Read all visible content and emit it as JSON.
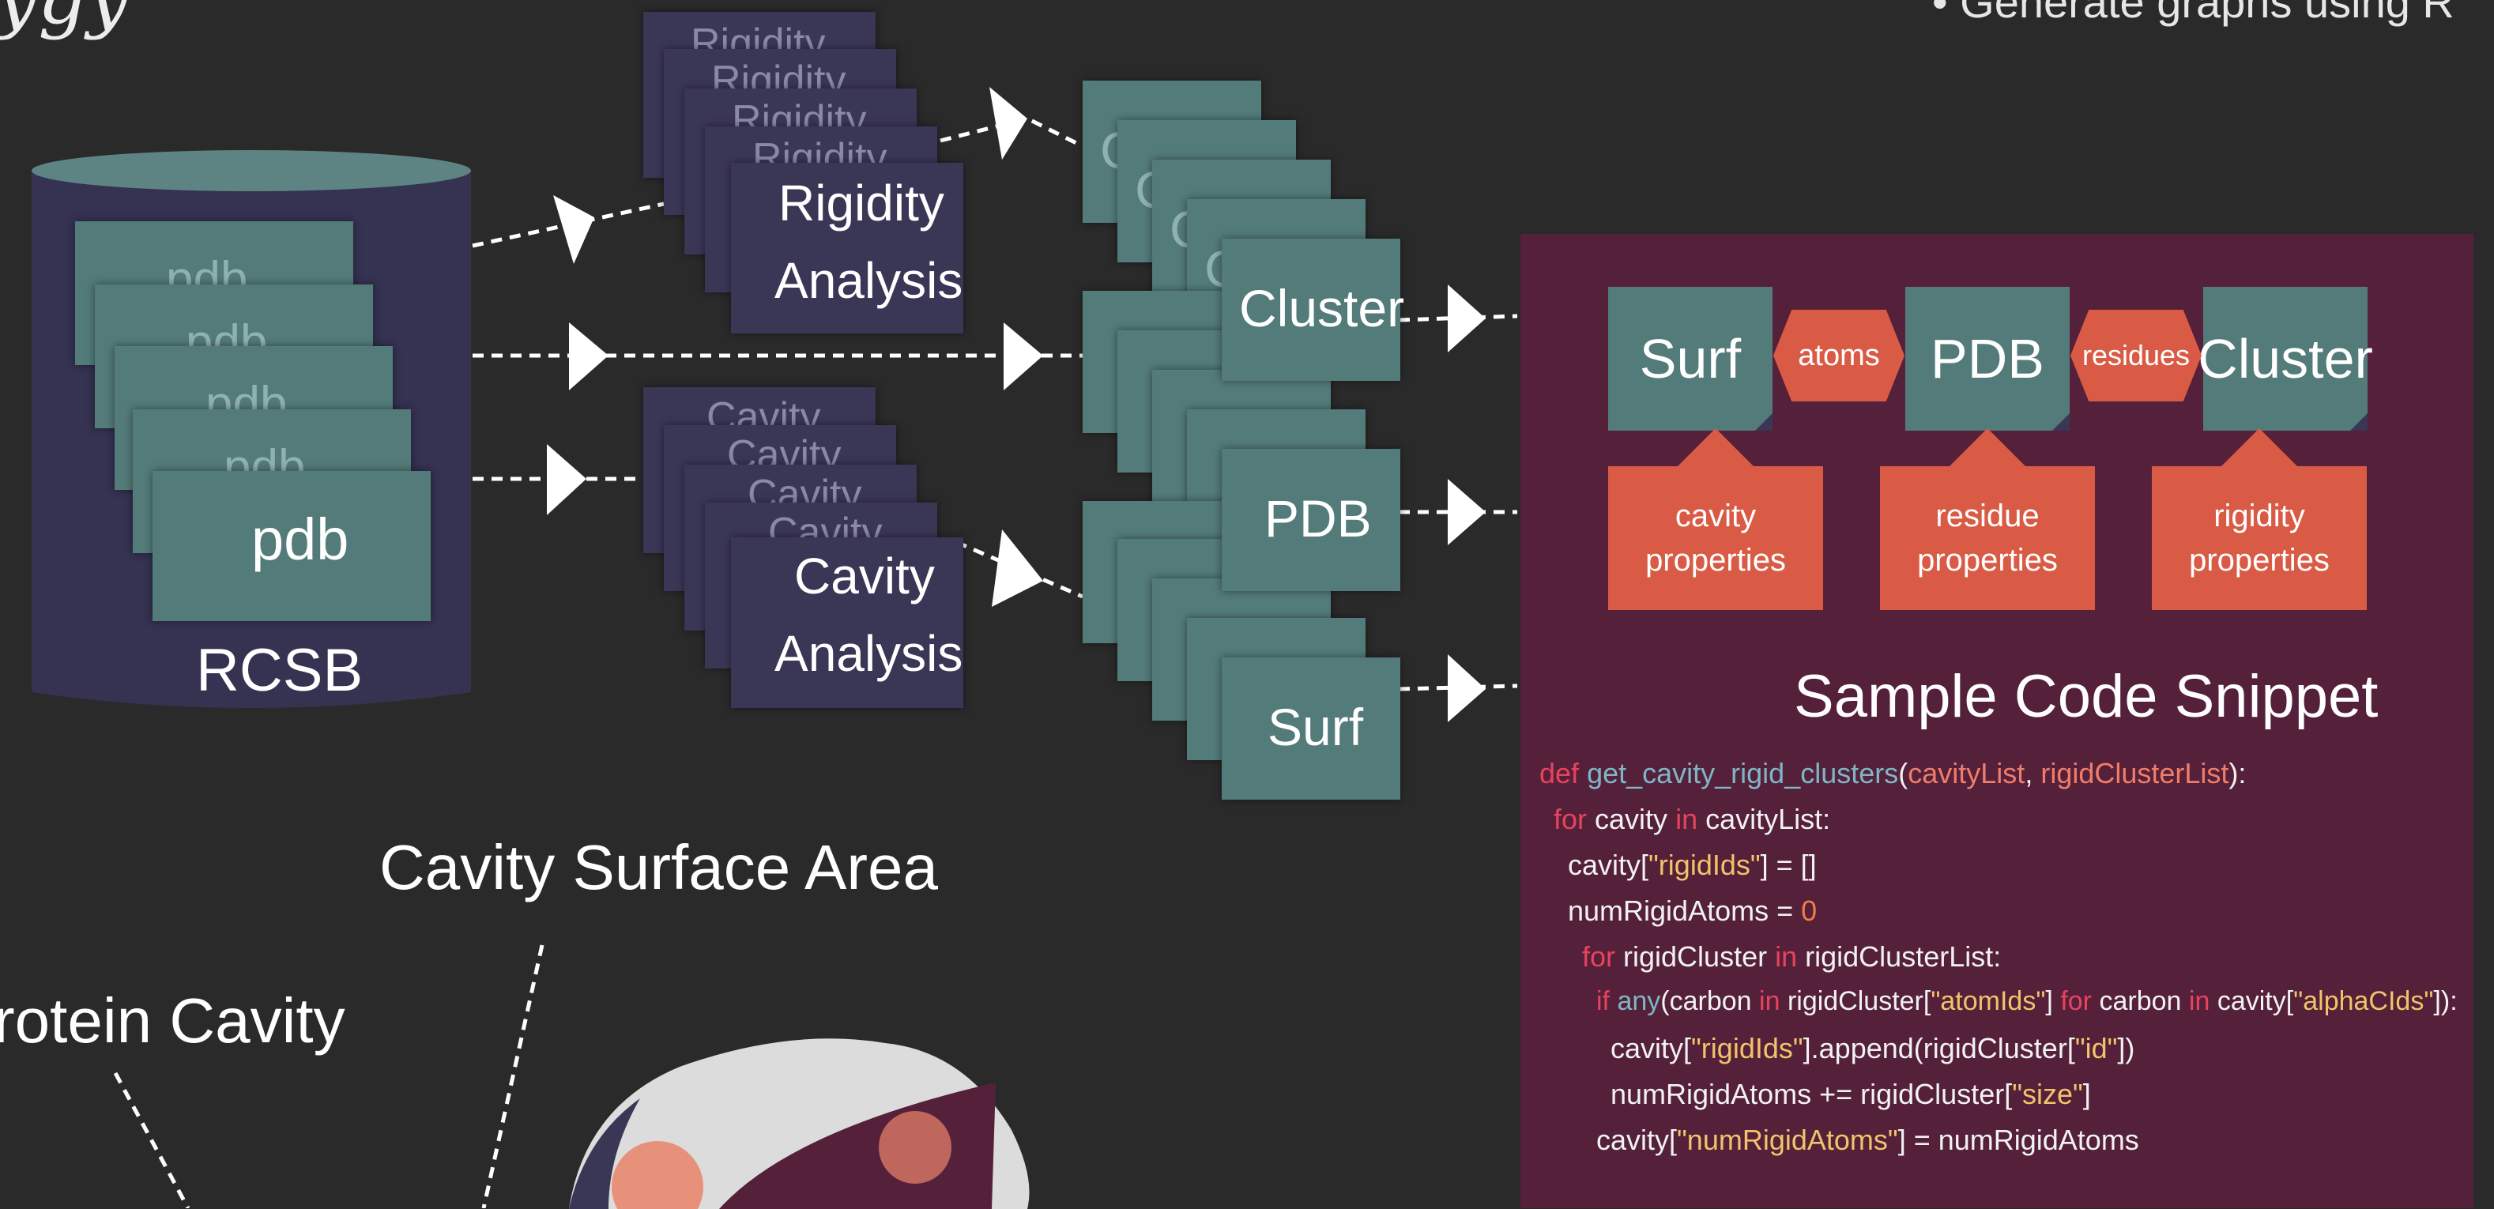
{
  "header": {
    "right_text": "• Generate graphs using R",
    "left_script": "ygy"
  },
  "rcsb": {
    "label": "RCSB",
    "files": [
      "pdb",
      "pdb",
      "pdb",
      "pdb",
      "pdb"
    ]
  },
  "rigidity_stack": {
    "back_labels": [
      "Rigidity",
      "Rigidity",
      "Rigidity",
      "Rigidity"
    ],
    "front_line1": "Rigidity",
    "front_line2": "Analysis"
  },
  "cavity_stack": {
    "back_labels": [
      "Cavity",
      "Cavity",
      "Cavity",
      "Cavity"
    ],
    "front_line1": "Cavity",
    "front_line2": "Analysis"
  },
  "outputs": {
    "cluster": "Cluster",
    "pdb": "PDB",
    "surf": "Surf",
    "back_letter": "C"
  },
  "schema": {
    "nodes": [
      "Surf",
      "PDB",
      "Cluster"
    ],
    "links": [
      "atoms",
      "residues"
    ],
    "properties": [
      {
        "line1": "cavity",
        "line2": "properties"
      },
      {
        "line1": "residue",
        "line2": "properties"
      },
      {
        "line1": "rigidity",
        "line2": "properties"
      }
    ]
  },
  "code": {
    "title": "Sample Code Snippet",
    "l1": {
      "kw": "def",
      "fn": "get_cavity_rigid_clusters",
      "p1": "cavityList",
      "p2": "rigidClusterList",
      "open": "(",
      "comma": ", ",
      "close": "):"
    },
    "l2": {
      "kw": "for",
      "a": "cavity",
      "in": "in",
      "b": "cavityList:"
    },
    "l3": {
      "a": "cavity[",
      "s": "\"rigidIds\"",
      "b": "] = []"
    },
    "l4": {
      "a": "numRigidAtoms = ",
      "n": "0"
    },
    "l5": {
      "kw": "for",
      "a": "rigidCluster",
      "in": "in",
      "b": "rigidClusterList:"
    },
    "l6": {
      "kw": "if",
      "fn": "any",
      "a": "(carbon",
      "in1": "in",
      "b": "rigidCluster[",
      "s1": "\"atomIds\"",
      "c": "]",
      "kw2": "for",
      "d": "carbon",
      "in2": "in",
      "e": "cavity[",
      "s2": "\"alphaCIds\"",
      "f": "]):"
    },
    "l7": {
      "a": "cavity[",
      "s1": "\"rigidIds\"",
      "b": "].append(rigidCluster[",
      "s2": "\"id\"",
      "c": "])"
    },
    "l8": {
      "a": "numRigidAtoms += rigidCluster[",
      "s": "\"size\"",
      "b": "]"
    },
    "l9": {
      "a": "cavity[",
      "s": "\"numRigidAtoms\"",
      "b": "] = numRigidAtoms"
    }
  },
  "annotations": {
    "surface_area": "Cavity Surface Area",
    "protein_cavity": "rotein Cavity"
  },
  "colors": {
    "background": "#2a2a2a",
    "teal": "#537b7a",
    "navy": "#3a3656",
    "panel": "#55203a",
    "orange": "#d95b45",
    "keyword": "#e8435d",
    "string": "#f1c36a"
  }
}
